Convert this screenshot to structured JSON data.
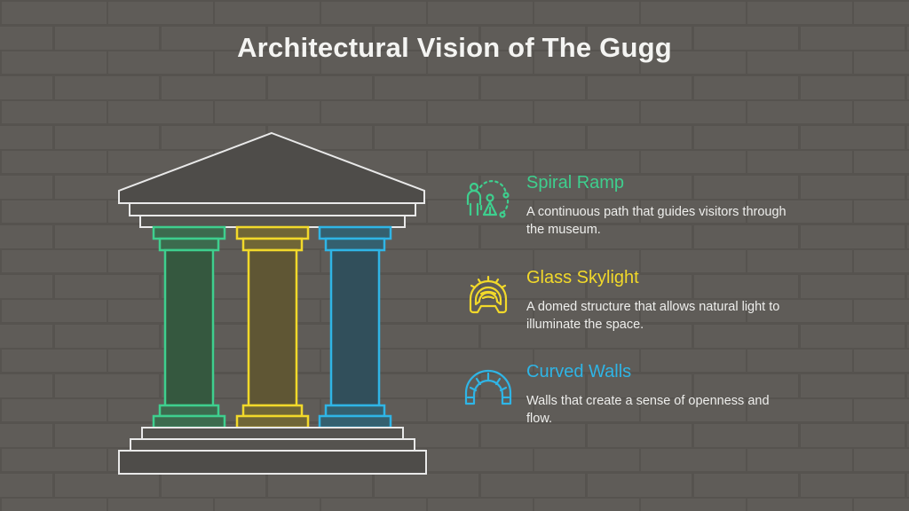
{
  "title": "Architectural Vision of The Gugg",
  "colors": {
    "background": "#5f5c58",
    "green": "#3ecf8e",
    "yellow": "#f2d92a",
    "blue": "#2fb5e6",
    "outline": "#e9e9e9"
  },
  "features": [
    {
      "title": "Spiral Ramp",
      "description": "A continuous path that guides visitors through the museum.",
      "icon": "visitors-ramp-icon",
      "color": "#3ecf8e"
    },
    {
      "title": "Glass Skylight",
      "description": "A domed structure that allows natural light to illuminate the space.",
      "icon": "dome-skylight-icon",
      "color": "#f2d92a"
    },
    {
      "title": "Curved Walls",
      "description": "Walls that create a sense of openness and flow.",
      "icon": "arch-walls-icon",
      "color": "#2fb5e6"
    }
  ]
}
